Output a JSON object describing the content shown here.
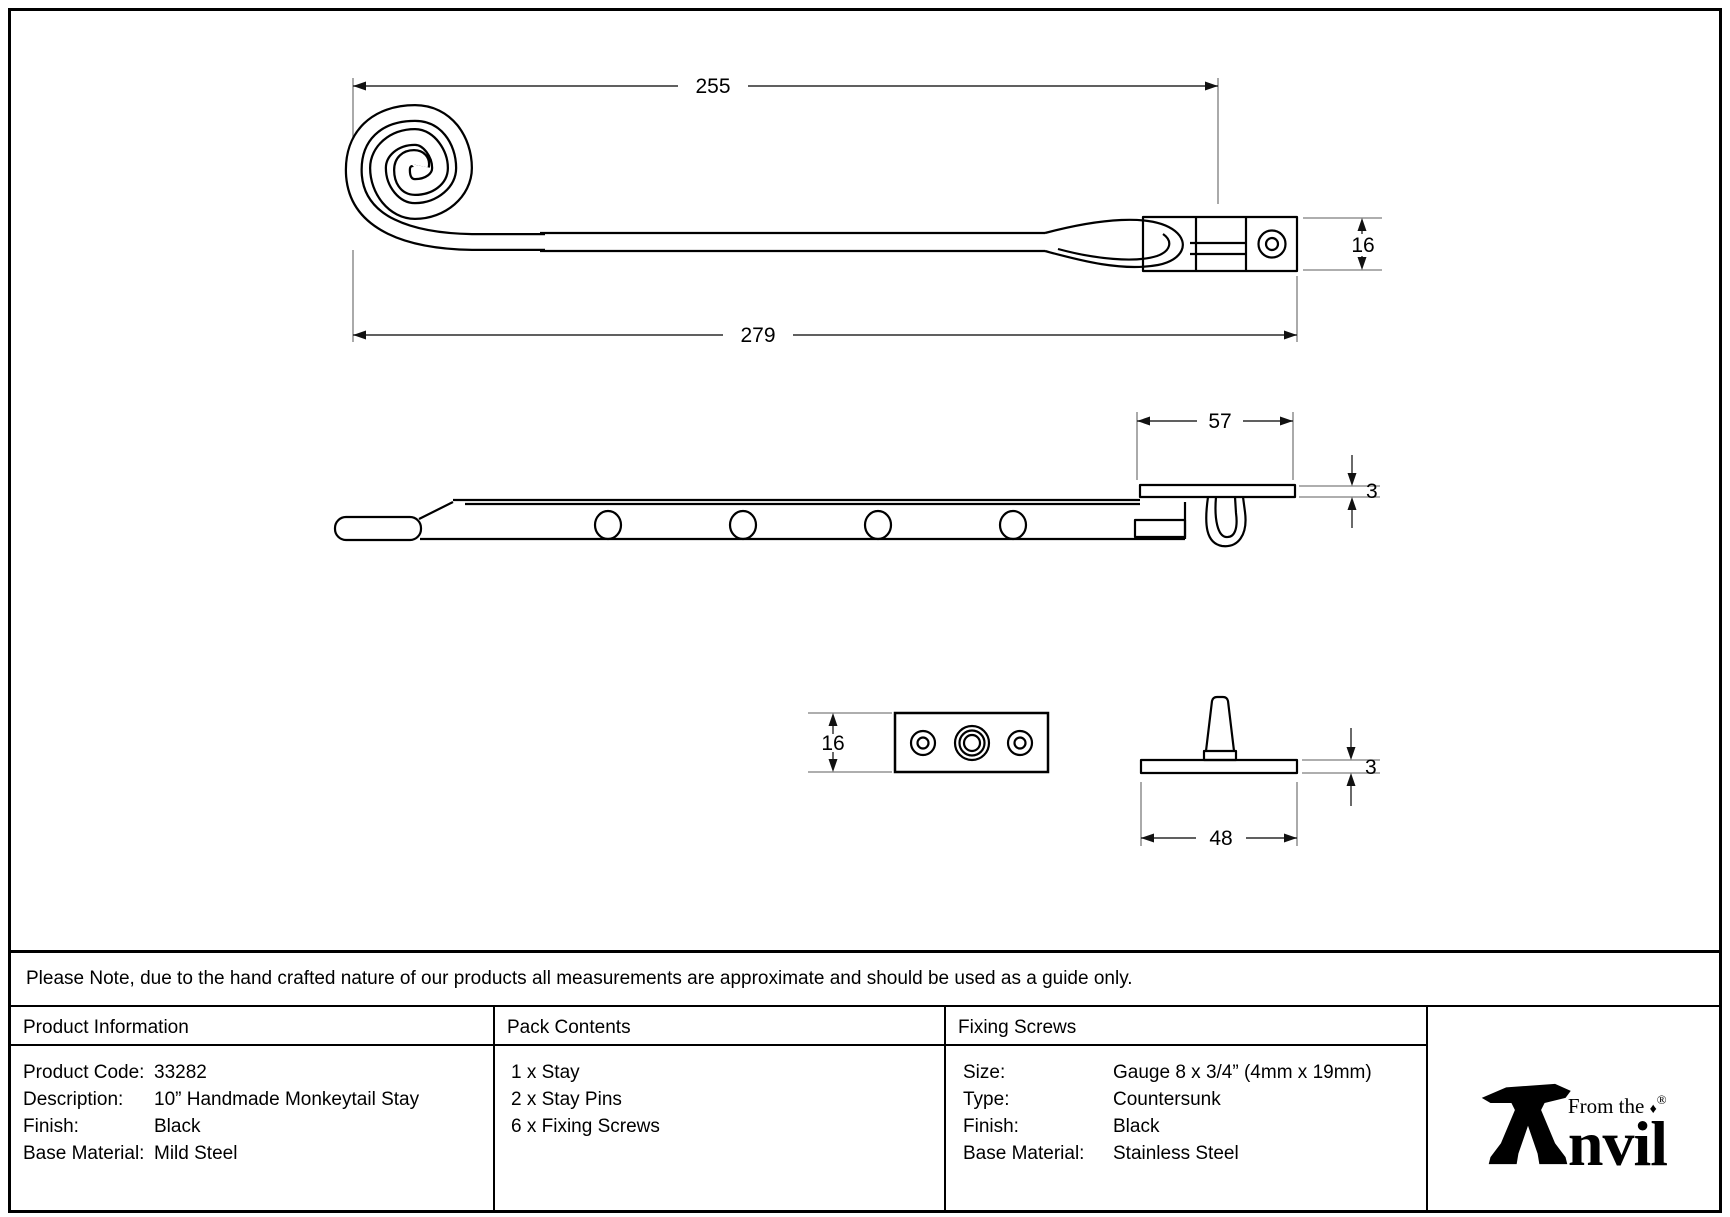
{
  "note": "Please Note, due to the hand crafted nature of our products all measurements are approximate and should be used as a guide only.",
  "drawing": {
    "top_view": {
      "dim_255": "255",
      "dim_279": "279",
      "dim_16": "16"
    },
    "side_view": {
      "dim_57": "57",
      "dim_3": "3"
    },
    "keep_plate": {
      "dim_16": "16"
    },
    "stay_pin": {
      "dim_3": "3",
      "dim_48": "48"
    }
  },
  "table": {
    "product_information": {
      "header": "Product Information",
      "rows": [
        {
          "label": "Product Code:",
          "value": "33282"
        },
        {
          "label": "Description:",
          "value": "10” Handmade Monkeytail Stay"
        },
        {
          "label": "Finish:",
          "value": "Black"
        },
        {
          "label": "Base Material:",
          "value": "Mild Steel"
        }
      ]
    },
    "pack_contents": {
      "header": "Pack Contents",
      "items": [
        "1 x Stay",
        "2 x Stay Pins",
        "6 x Fixing Screws"
      ]
    },
    "fixing_screws": {
      "header": "Fixing Screws",
      "rows": [
        {
          "label": "Size:",
          "value": "Gauge 8 x 3/4” (4mm x 19mm)"
        },
        {
          "label": "Type:",
          "value": "Countersunk"
        },
        {
          "label": "Finish:",
          "value": "Black"
        },
        {
          "label": "Base Material:",
          "value": "Stainless Steel"
        }
      ]
    }
  },
  "logo": {
    "from_the": "From the",
    "diamond": "♦",
    "name_rest": "nvil",
    "registered": "®"
  }
}
